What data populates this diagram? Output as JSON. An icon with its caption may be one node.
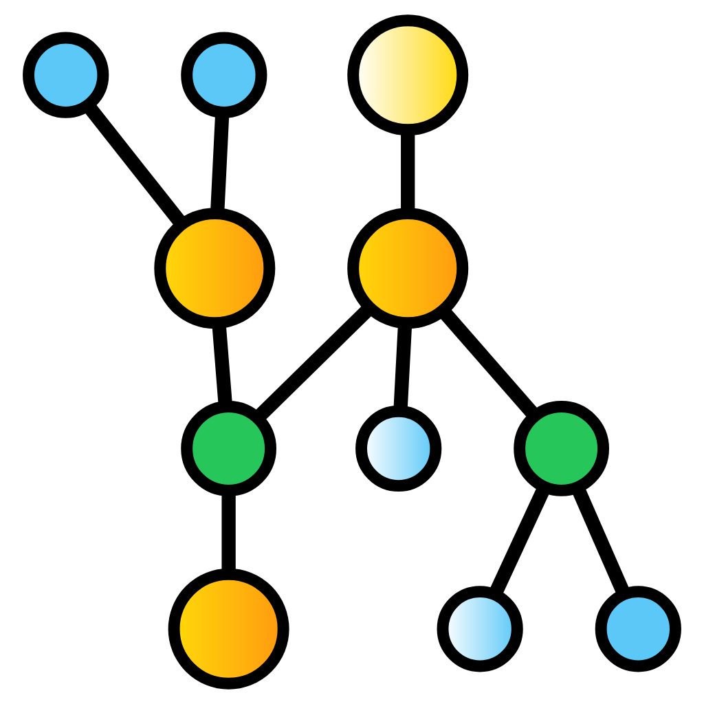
{
  "diagram": {
    "nodes": [
      {
        "text": [],
        "shape": "circle"
      },
      {
        "text": [],
        "shape": "circle"
      },
      {
        "text": [],
        "shape": "circle"
      },
      {
        "text": [],
        "shape": "circle"
      },
      {
        "text": [],
        "shape": "circle"
      },
      {
        "text": [],
        "shape": "circle"
      },
      {
        "text": [],
        "shape": "circle"
      },
      {
        "text": [],
        "shape": "circle"
      },
      {
        "text": [],
        "shape": "circle"
      },
      {
        "text": [],
        "shape": "circle"
      },
      {
        "text": [],
        "shape": "circle"
      }
    ],
    "edges": [
      {
        "from": 0,
        "to": 2,
        "arrow": "none"
      },
      {
        "from": 1,
        "to": 2,
        "arrow": "none"
      },
      {
        "from": 2,
        "to": 5,
        "arrow": "none"
      },
      {
        "from": 3,
        "to": 4,
        "arrow": "none"
      },
      {
        "from": 4,
        "to": 5,
        "arrow": "none"
      },
      {
        "from": 4,
        "to": 6,
        "arrow": "none"
      },
      {
        "from": 5,
        "to": 7,
        "arrow": "none"
      },
      {
        "from": 4,
        "to": 8,
        "arrow": "none"
      },
      {
        "from": 8,
        "to": 9,
        "arrow": "none"
      },
      {
        "from": 8,
        "to": 10,
        "arrow": "none"
      }
    ]
  }
}
